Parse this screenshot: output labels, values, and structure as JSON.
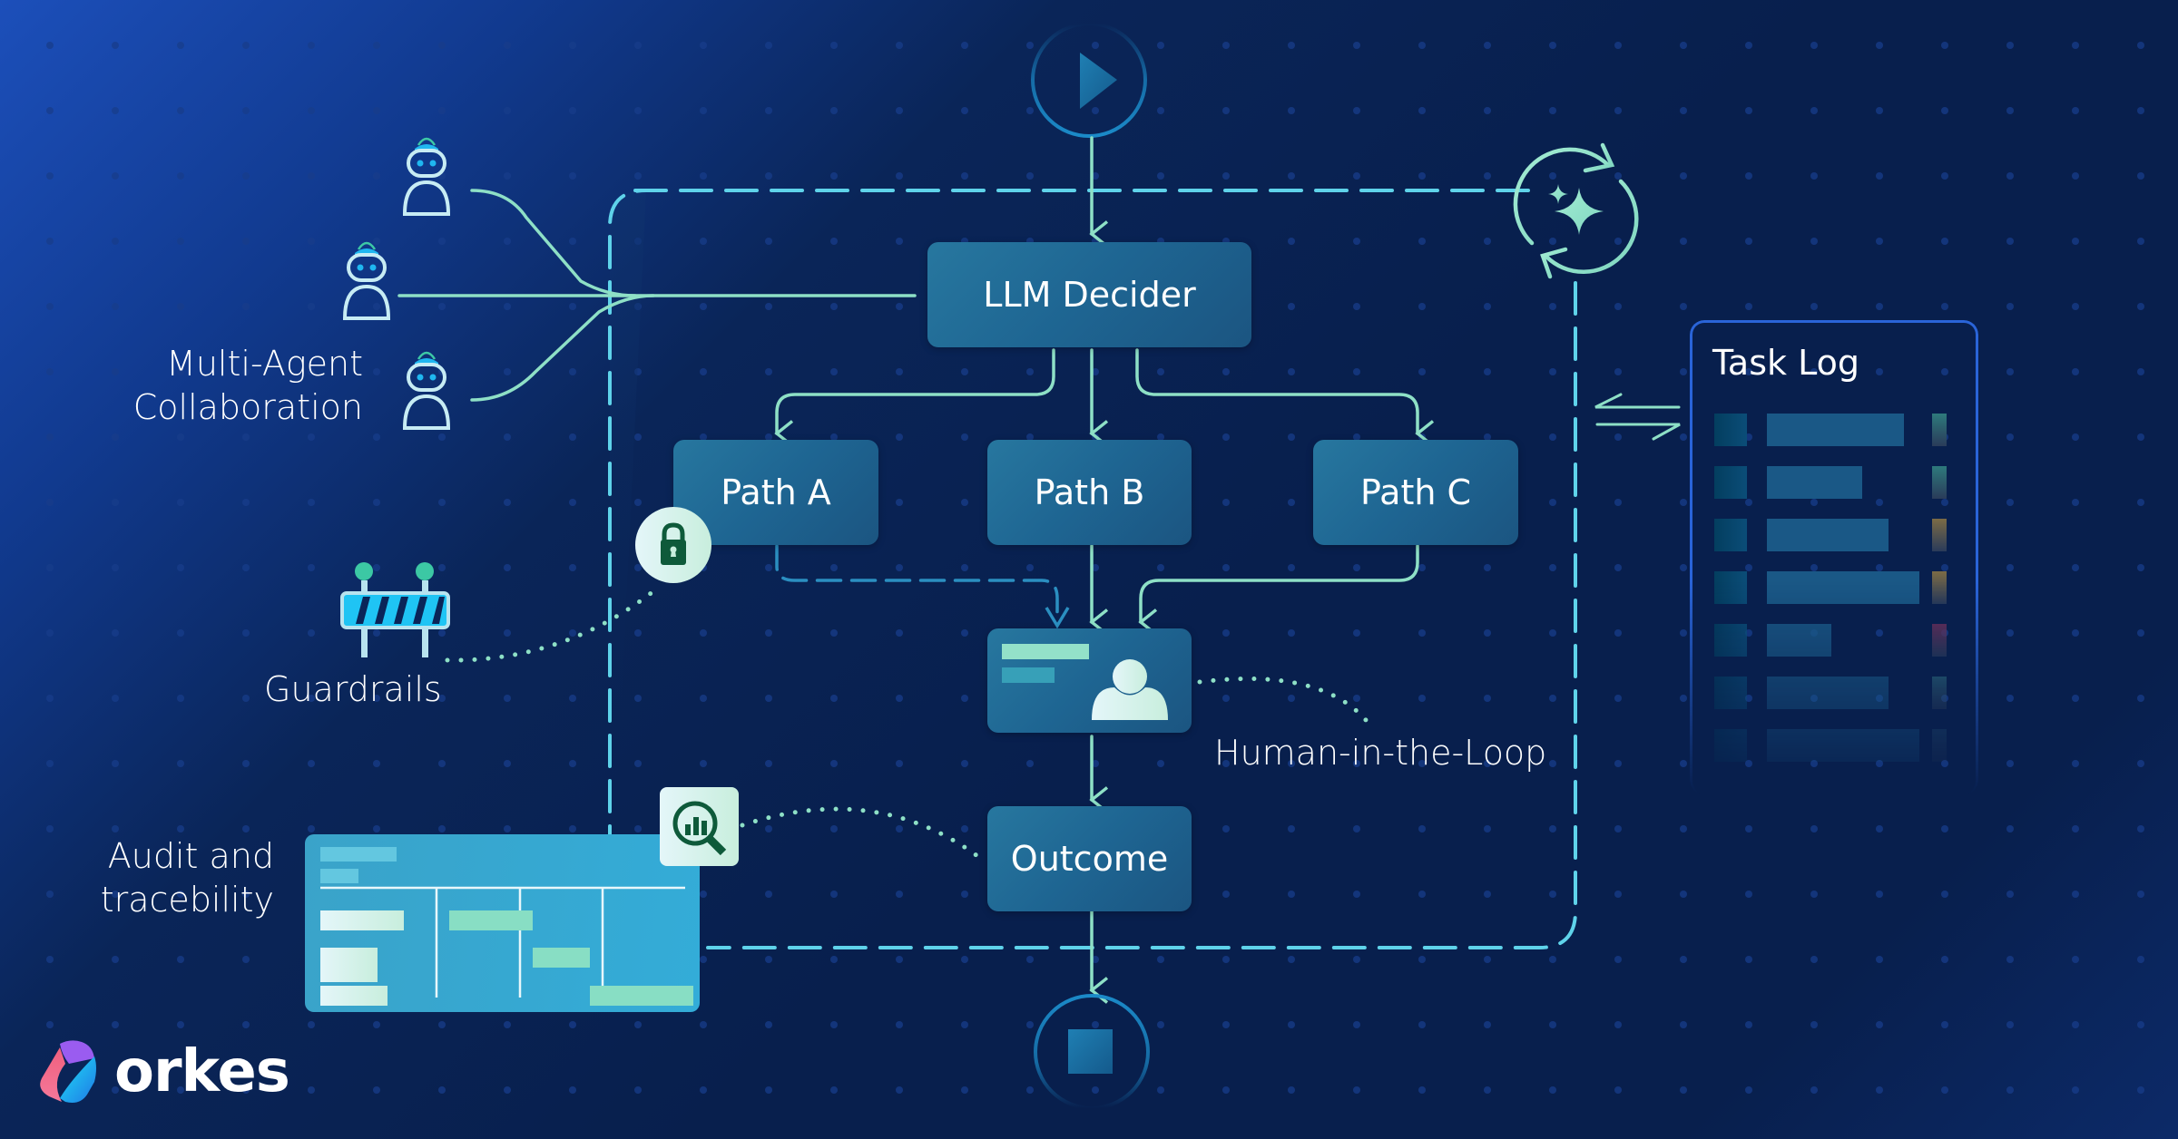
{
  "diagram": {
    "start_node": {
      "icon": "play-icon"
    },
    "end_node": {
      "icon": "stop-icon"
    },
    "loop_icon": "sparkle-cycle-icon",
    "nodes": {
      "decider": "LLM Decider",
      "path_a": "Path A",
      "path_b": "Path B",
      "path_c": "Path C",
      "outcome": "Outcome"
    },
    "human_node": {
      "icon": "person-card-icon"
    },
    "annotations": {
      "multi_agent": [
        "Multi-Agent",
        "Collaboration"
      ],
      "guardrails": "Guardrails",
      "human_in_the_loop": "Human-in-the-Loop",
      "audit": [
        "Audit and",
        "tracebility"
      ]
    },
    "agents": [
      {
        "icon": "robot-agent-icon"
      },
      {
        "icon": "robot-agent-icon"
      },
      {
        "icon": "robot-agent-icon"
      }
    ],
    "guardrail_badge_icon": "lock-icon",
    "audit_badge_icon": "magnifier-chart-icon",
    "task_log": {
      "title": "Task Log",
      "rows": [
        {
          "bar_fraction": 0.72,
          "status_color": "#2e7a7c"
        },
        {
          "bar_fraction": 0.5,
          "status_color": "#2e7a7c"
        },
        {
          "bar_fraction": 0.64,
          "status_color": "#7b6b45"
        },
        {
          "bar_fraction": 0.8,
          "status_color": "#7b6b45"
        },
        {
          "bar_fraction": 0.34,
          "status_color": "#6a2f5a"
        },
        {
          "bar_fraction": 0.64,
          "status_color": "#2e6a7c"
        },
        {
          "bar_fraction": 0.8,
          "status_color": "#244f70"
        }
      ]
    },
    "colors": {
      "accent_line": "#8ee0c6",
      "dashed_boundary": "#5fd3ea",
      "node_fill": "#1e6592",
      "badge_green": "#0e5a3a"
    }
  },
  "brand": {
    "name": "orkes"
  }
}
